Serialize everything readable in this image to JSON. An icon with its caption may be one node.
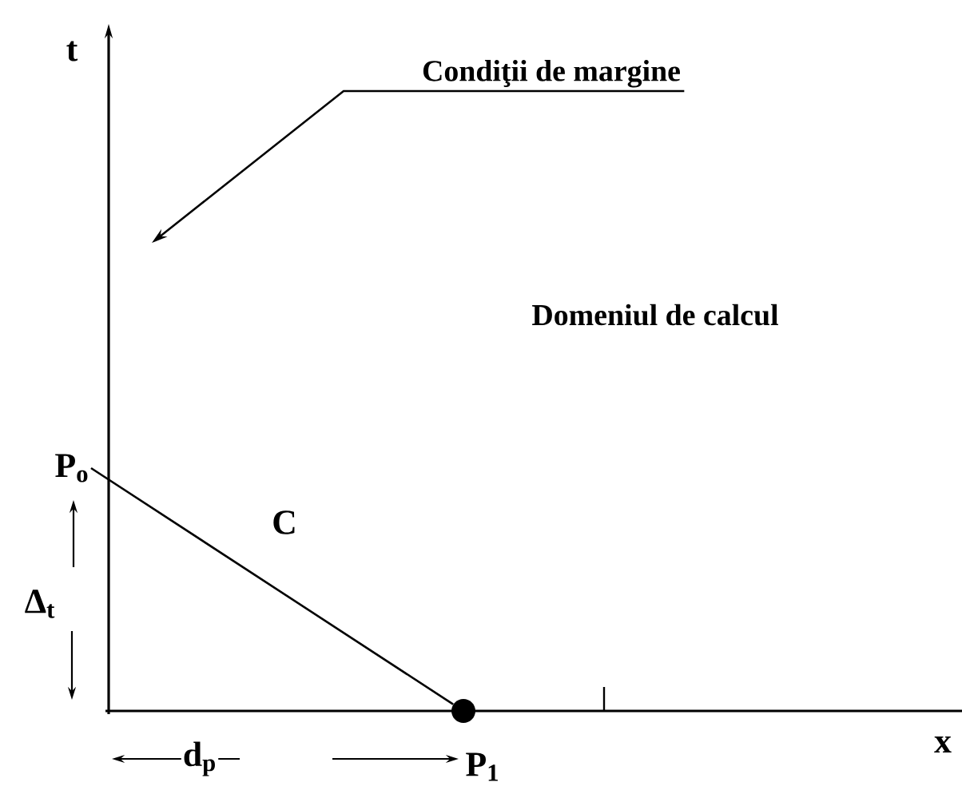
{
  "diagram": {
    "nodes": [
      {
        "text": [
          "Condiţii de margine"
        ]
      },
      {
        "text": [
          "P$_{o}$"
        ]
      },
      {
        "text": [],
        "shape": "circle",
        "beside": [
          "P$_{1}$"
        ]
      }
    ],
    "edges": [
      {
        "from": 0,
        "to": null,
        "arrow": "to"
      },
      {
        "from": 1,
        "to": 2,
        "arrow": "none",
        "label": "C"
      }
    ],
    "labels": [
      "t",
      "Domeniul de calcul",
      "Δ$_{t}$",
      "d$_{p}$",
      "x"
    ]
  }
}
